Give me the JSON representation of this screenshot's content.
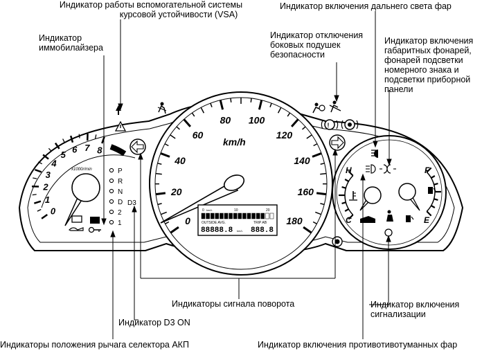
{
  "labels": {
    "vsa": [
      "Индикатор работы вспомогательной системы",
      "курсовой устойчивости (VSA)"
    ],
    "immobilizer": [
      "Индикатор",
      "иммобилайзера"
    ],
    "high_beam": "Индикатор включения дальнего света фар",
    "airbag_off": [
      "Индикатор отключения",
      "боковых подушек",
      "безопасности"
    ],
    "parking_lights": [
      "Индикатор включения",
      "габаритных фонарей,",
      "фонарей подсветки",
      "номерного знака и",
      "подсветки приборной",
      "панели"
    ],
    "turn_signals": "Индикаторы сигнала поворота",
    "d3_on": "Индикатор D3 ON",
    "alarm": [
      "Индикатор включения",
      "сигнализации"
    ],
    "selector_position": "Индикаторы положения рычага селектора АКП",
    "fog_lights": "Индикатор включения противотивотуманных фар"
  },
  "speedometer": {
    "unit": "km/h",
    "ticks": [
      "0",
      "20",
      "40",
      "60",
      "80",
      "100",
      "120",
      "140",
      "160",
      "180"
    ]
  },
  "tachometer": {
    "unit": "x1000r/min",
    "ticks": [
      "0",
      "1",
      "2",
      "3",
      "4",
      "5",
      "6",
      "7",
      "8"
    ]
  },
  "gear_indicator": {
    "positions": [
      "P",
      "R",
      "N",
      "D",
      "2",
      "1"
    ],
    "d3_label": "D3"
  },
  "display": {
    "scale": [
      "0",
      "10",
      "20"
    ],
    "scale_unit": "km/L",
    "outside_label": "OUTSIDE AVG.",
    "trip_label": "TRIP AB",
    "odometer": "88888.8",
    "odometer_unit": "km/L",
    "trip": "888.8"
  },
  "temp_gauge": {
    "high": "H",
    "cold": "C"
  },
  "fuel_gauge": {
    "full": "F",
    "empty": "E"
  }
}
